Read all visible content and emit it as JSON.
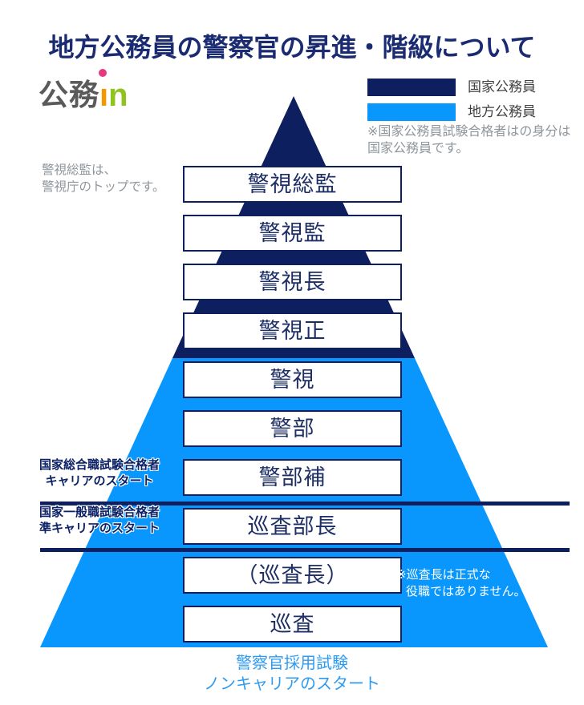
{
  "page": {
    "title": "地方公務員の警察官の昇進・階級について"
  },
  "logo": {
    "kanji": "公務",
    "latin_i": "ı",
    "latin_n": "n"
  },
  "legend": {
    "items": [
      {
        "label": "国家公務員",
        "color": "#0d1f5e"
      },
      {
        "label": "地方公務員",
        "color": "#0997fe"
      }
    ],
    "note_line1": "※国家公務員試験合格者はの身分は",
    "note_line2": "国家公務員です。"
  },
  "notes": {
    "topleft_line1": "警視総監は、",
    "topleft_line2": "警視庁のトップです。",
    "career_line1": "国家総合職試験合格者",
    "career_line2": "キャリアのスタート",
    "semi_career_line1": "国家一般職試験合格者",
    "semi_career_line2": "準キャリアのスタート",
    "junsacho_line1": "※巡査長は正式な",
    "junsacho_line2": "役職ではありません。",
    "bottom_line1": "警察官採用試験",
    "bottom_line2": "ノンキャリアのスタート"
  },
  "pyramid": {
    "ranks": [
      "警視総監",
      "警視監",
      "警視長",
      "警視正",
      "警視",
      "警部",
      "警部補",
      "巡査部長",
      "（巡査長）",
      "巡査"
    ],
    "colors": {
      "national": "#0d1f5e",
      "local": "#0997fe"
    }
  }
}
